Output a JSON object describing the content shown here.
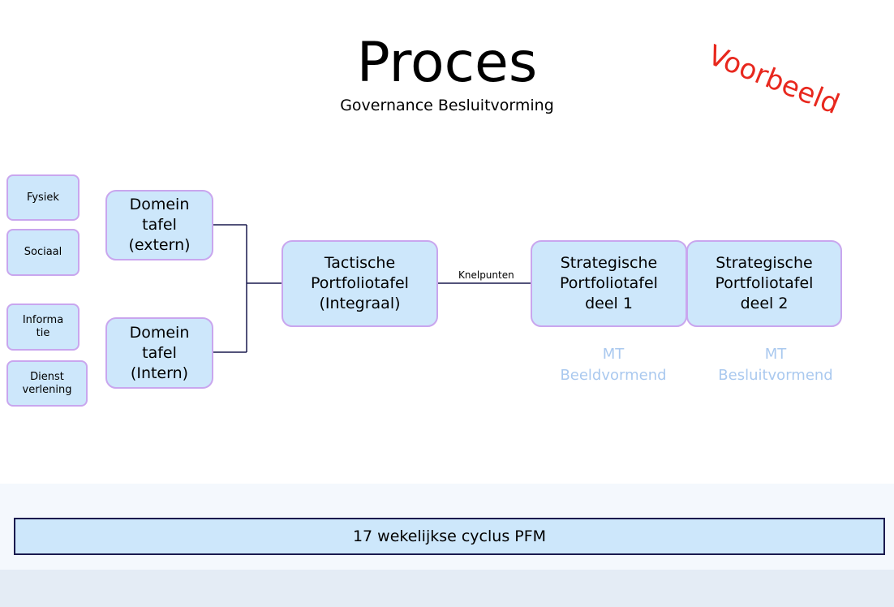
{
  "title": "Proces",
  "subtitle": "Governance Besluitvorming",
  "stamp": "Voorbeeld",
  "domains": {
    "fysiek": "Fysiek",
    "sociaal": "Sociaal",
    "informatie": "Informa\ntie",
    "dienstverlening": "Dienst\nverlening"
  },
  "domein_tafels": {
    "extern": "Domein\ntafel\n(extern)",
    "intern": "Domein\ntafel\n(Intern)"
  },
  "tactische": "Tactische\nPortfoliotafel\n(Integraal)",
  "connector_label": "Knelpunten",
  "strategische": {
    "deel1": "Strategische\nPortfoliotafel\ndeel 1",
    "deel2": "Strategische\nPortfoliotafel\ndeel 2"
  },
  "mt_labels": {
    "beeldvormend": "MT\nBeeldvormend",
    "besluitvormend": "MT\nBesluitvormend"
  },
  "cycle": "17 wekelijkse cyclus PFM",
  "colors": {
    "box_fill": "#cde7fb",
    "box_border": "#c9a6ee",
    "connector": "#1a1a4e",
    "stamp": "#e8281e",
    "mt_label": "#aac9ef"
  }
}
